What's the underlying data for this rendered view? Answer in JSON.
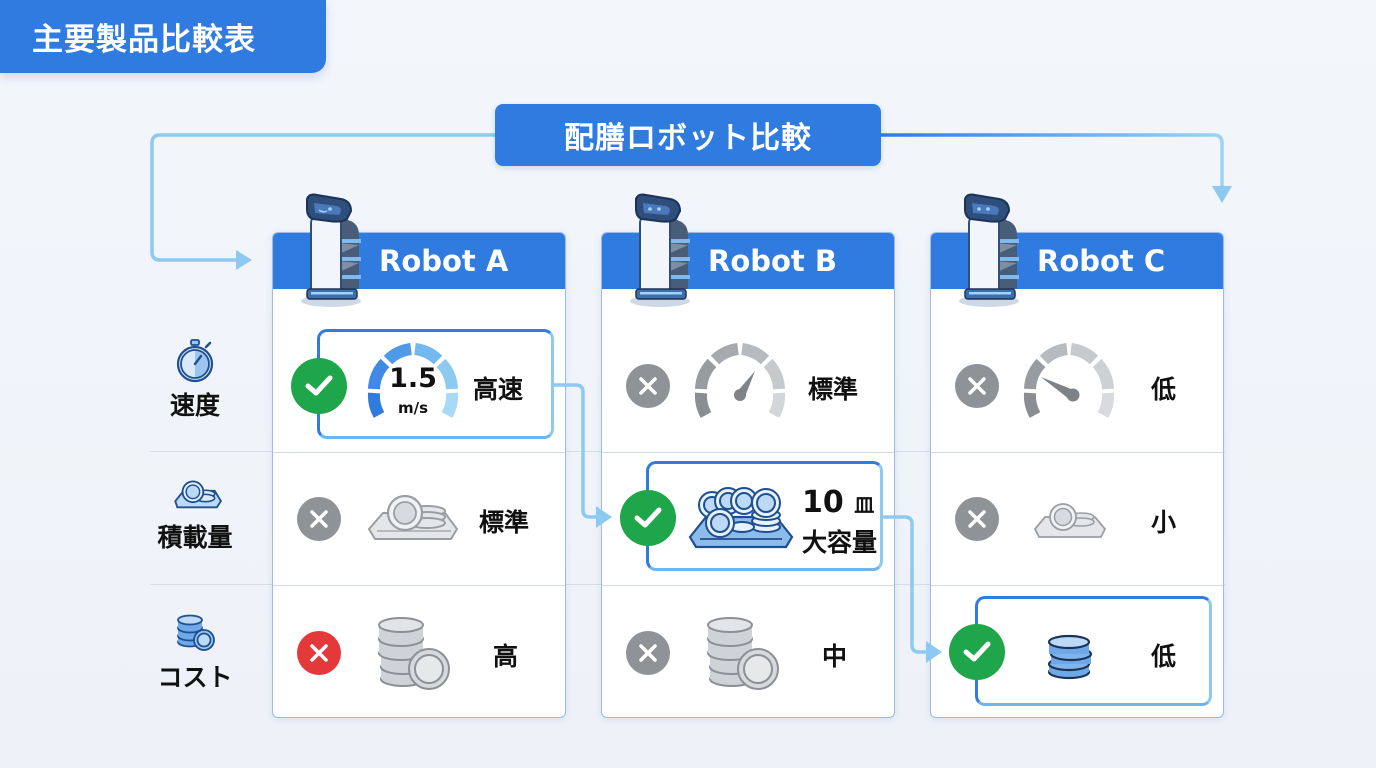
{
  "page_title": "主要製品比較表",
  "diagram_title": "配膳ロボット比較",
  "colors": {
    "primary": "#2f7be0",
    "connector": "#8ccaf2",
    "check": "#1fa64a",
    "cross_neutral": "#8f9296",
    "cross_bad": "#e5383b",
    "card_border": "#9cbbe6"
  },
  "row_labels": [
    {
      "label": "速度",
      "icon": "stopwatch-icon"
    },
    {
      "label": "積載量",
      "icon": "plate-tray-icon"
    },
    {
      "label": "コスト",
      "icon": "coin-stack-icon"
    }
  ],
  "robots": [
    {
      "name": "Robot A",
      "speed": {
        "status": "check",
        "gauge_value": "1.5",
        "gauge_unit": "m/s",
        "label": "高速",
        "highlighted": true
      },
      "capacity": {
        "status": "cross",
        "label": "標準",
        "highlighted": false
      },
      "cost": {
        "status": "cross-red",
        "label": "高",
        "highlighted": false
      }
    },
    {
      "name": "Robot B",
      "speed": {
        "status": "cross",
        "label": "標準",
        "highlighted": false
      },
      "capacity": {
        "status": "check",
        "count": "10",
        "count_unit": "皿",
        "label": "大容量",
        "highlighted": true
      },
      "cost": {
        "status": "cross",
        "label": "中",
        "highlighted": false
      }
    },
    {
      "name": "Robot C",
      "speed": {
        "status": "cross",
        "label": "低",
        "highlighted": false
      },
      "capacity": {
        "status": "cross",
        "label": "小",
        "highlighted": false
      },
      "cost": {
        "status": "check",
        "label": "低",
        "highlighted": true
      }
    }
  ]
}
